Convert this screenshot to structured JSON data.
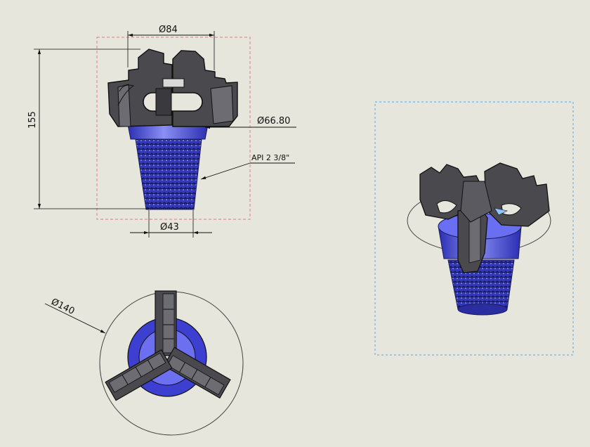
{
  "drawing": {
    "views": {
      "front": {
        "name": "front-view"
      },
      "bottom": {
        "name": "bottom-view"
      },
      "isometric": {
        "name": "isometric-view"
      }
    },
    "dimensions": {
      "top_diameter": "Ø84",
      "body_diameter": "Ø66.80",
      "thread_spec": "API 2 3/8\"",
      "pin_diameter": "Ø43",
      "overall_height": "155",
      "gauge_diameter": "Ø140"
    },
    "colors": {
      "background": "#e7e6dc",
      "cutter_dark": "#4a4a4e",
      "cutter_mid": "#6c6c72",
      "body_blue": "#3c3fd0",
      "body_blue_light": "#7f84f0",
      "thread_dark": "#1f2270",
      "view_boundary_red": "#e07a8a",
      "view_boundary_blue": "#5aa8e6"
    },
    "icons": [
      "drill-bit-front",
      "drill-bit-bottom",
      "drill-bit-isometric"
    ]
  }
}
